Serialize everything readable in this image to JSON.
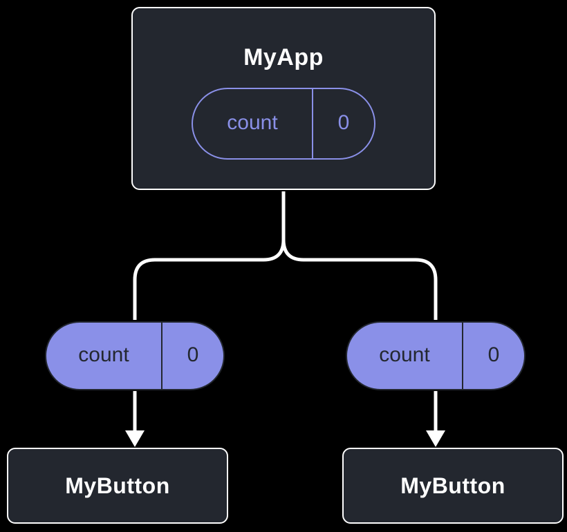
{
  "colors": {
    "background": "#000000",
    "node_fill": "#23272f",
    "node_border": "#ffffff",
    "accent": "#8a90e8",
    "accent_text_dark": "#23272f",
    "connector": "#ffffff",
    "title_text": "#ffffff"
  },
  "diagram": {
    "root": {
      "title": "MyApp",
      "prop": {
        "name": "count",
        "value": "0"
      }
    },
    "pills": [
      {
        "name": "count",
        "value": "0"
      },
      {
        "name": "count",
        "value": "0"
      }
    ],
    "children": [
      {
        "title": "MyButton"
      },
      {
        "title": "MyButton"
      }
    ]
  }
}
